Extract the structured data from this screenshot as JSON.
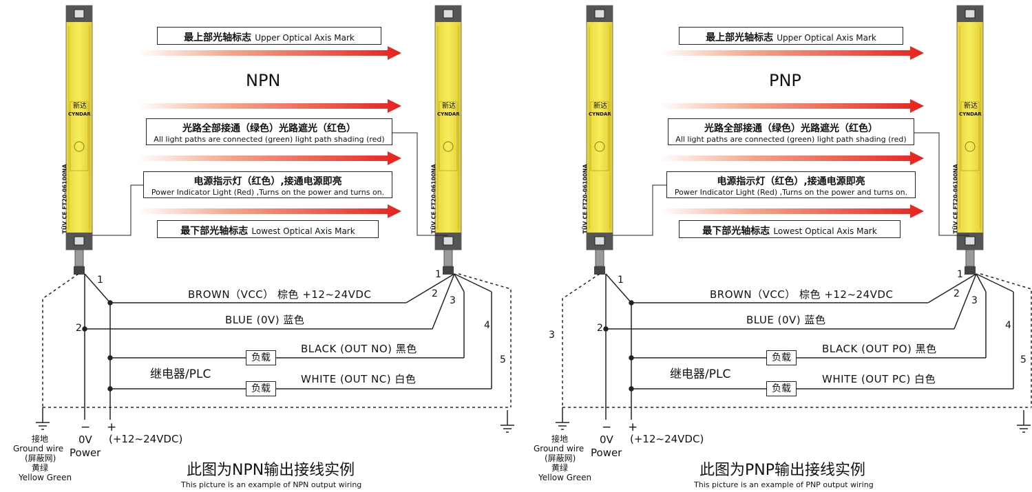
{
  "colors": {
    "sensor_yellow": "#f3e64a",
    "arrow_red": "#e8211d",
    "cable_gray": "#8a8a8a"
  },
  "panels": [
    {
      "mode": "NPN",
      "boxes": {
        "top_mark": {
          "cn": "最上部光轴标志",
          "en": "Upper Optical Axis Mark"
        },
        "paths": {
          "cn": "光路全部接通（绿色）光路遮光（红色）",
          "en": "All light paths are connected (green) light path shading (red)"
        },
        "power": {
          "cn": "电源指示灯（红色）,接通电源即亮",
          "en": "Power Indicator Light (Red) ,Turns on the power and turns on."
        },
        "bottom_mark": {
          "cn": "最下部光轴标志",
          "en": "Lowest Optical Axis Mark"
        }
      },
      "wires": {
        "brown": "BROWN（VCC） 棕色  +12~24VDC",
        "blue": "BLUE (0V)  蓝色",
        "black": "BLACK (OUT NO)  黑色",
        "white": "WHITE (OUT NC)  白色"
      },
      "relay": "继电器/PLC",
      "load": "负载",
      "caption": {
        "cn": "此图为NPN输出接线实例",
        "en": "This picture is an example of NPN output wiring"
      }
    },
    {
      "mode": "PNP",
      "boxes": {
        "top_mark": {
          "cn": "最上部光轴标志",
          "en": "Upper Optical Axis Mark"
        },
        "paths": {
          "cn": "光路全部接通（绿色）光路遮光（红色）",
          "en": "All light paths are connected (green) light path shading (red)"
        },
        "power": {
          "cn": "电源指示灯（红色）,接通电源即亮",
          "en": "Power Indicator Light (Red) ,Turns on the power and turns on."
        },
        "bottom_mark": {
          "cn": "最下部光轴标志",
          "en": "Lowest Optical Axis Mark"
        }
      },
      "wires": {
        "brown": "BROWN（VCC） 棕色 +12~24VDC",
        "blue": "BLUE (0V)   蓝色",
        "black": "BLACK (OUT PO)   黑色",
        "white": "WHITE (OUT PC)   白色"
      },
      "relay": "继电器/PLC",
      "load": "负载",
      "caption": {
        "cn": "此图为PNP输出接线实例",
        "en": "This picture is an example of PNP output wiring"
      }
    }
  ],
  "common": {
    "ground": {
      "cn": "接地",
      "en": "Ground wire",
      "cn2": "(屏蔽网)",
      "cn3": "黄绿",
      "en2": "Yellow Green"
    },
    "ov": "0V",
    "power": "Power",
    "minus": "−",
    "plus": "+",
    "supply": "(+12~24VDC)",
    "sensor_brand_cn": "新达",
    "sensor_brand_en": "CYNDAR",
    "sensor_model": "TÜV CE FT20-06100NA",
    "pins": {
      "p1": "1",
      "p2": "2",
      "p3": "3",
      "p4": "4",
      "p5": "5"
    }
  }
}
